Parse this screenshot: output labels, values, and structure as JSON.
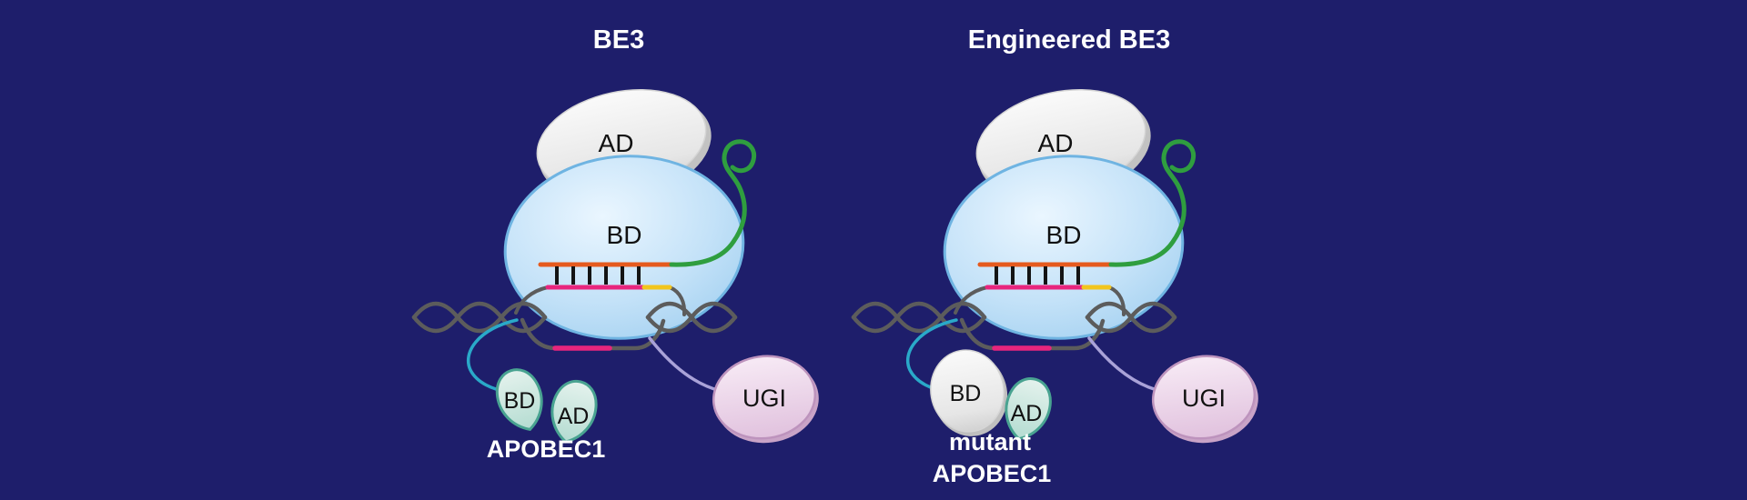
{
  "figure": {
    "background": "#1e1e6b",
    "panels": [
      {
        "id": "be3",
        "title": "BE3",
        "cas9": {
          "ad_label": "AD",
          "bd_label": "BD"
        },
        "apobec": {
          "bd_label": "BD",
          "ad_label": "AD",
          "caption_lines": [
            "APOBEC1"
          ]
        },
        "ugi_label": "UGI"
      },
      {
        "id": "engineered-be3",
        "title": "Engineered BE3",
        "cas9": {
          "ad_label": "AD",
          "bd_label": "BD"
        },
        "apobec": {
          "bd_label": "BD",
          "ad_label": "AD",
          "caption_lines": [
            "mutant",
            "APOBEC1"
          ]
        },
        "ugi_label": "UGI"
      }
    ],
    "colors": {
      "background": "#1e1e6b",
      "cas9_body_fill": "#aed8f4",
      "cas9_outline": "#6fb4e2",
      "ad_domain_fill": "#ececec",
      "sgrna_green": "#2f9e3f",
      "dna_gray": "#5c5c5c",
      "protospacer_orange": "#e55a1e",
      "target_pink": "#e8257d",
      "pam_yellow": "#f2c51d",
      "basepair_black": "#141414",
      "apobec_outline_teal": "#49a391",
      "apobec_fill_teal": "#cfe9e2",
      "ugi_fill": "#ecd4e9",
      "ugi_outline": "#bd93bd",
      "linker_cyan": "#2aa9c9",
      "linker_lavender": "#a9a2d8",
      "title_text": "#ffffff",
      "label_text": "#111111"
    }
  }
}
